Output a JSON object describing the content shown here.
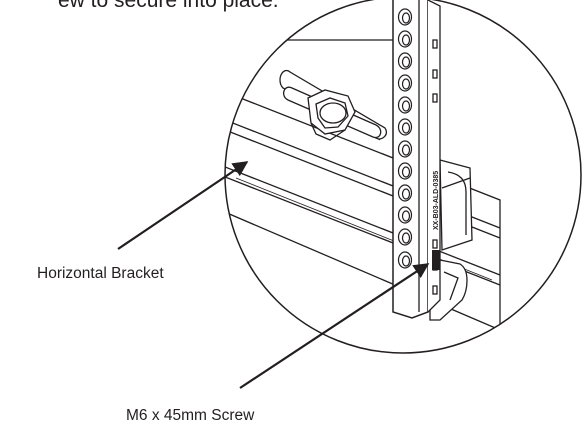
{
  "header": {
    "text": "ew to secure into place."
  },
  "labels": {
    "horizontal_bracket": "Horizontal Bracket",
    "screw": "M6 x 45mm Screw"
  },
  "rail": {
    "stamped_text": "XX-B03-ALD-0385"
  }
}
